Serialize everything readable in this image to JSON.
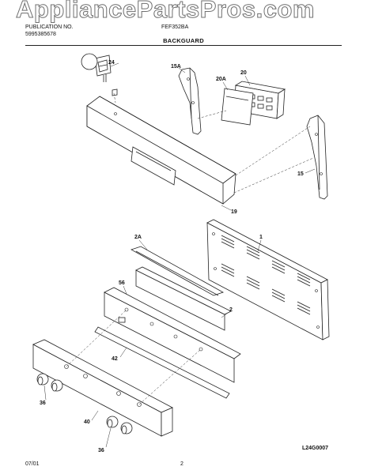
{
  "watermark": "AppliancePartsPros.com",
  "header": {
    "line1_left": "PUBLICATION NO.",
    "line2_left": "5995385678",
    "model": "FEF352BA"
  },
  "title": "BACKGUARD",
  "labels": {
    "p24": "24",
    "p15A": "15A",
    "p20": "20",
    "p20A": "20A",
    "p15": "15",
    "p19": "19",
    "p2A": "2A",
    "p1": "1",
    "p56": "56",
    "p2": "2",
    "p42": "42",
    "p40": "40",
    "p36a": "36",
    "p36b": "36"
  },
  "footer": {
    "date": "07/01",
    "page": "2",
    "code": "L24G0007"
  }
}
